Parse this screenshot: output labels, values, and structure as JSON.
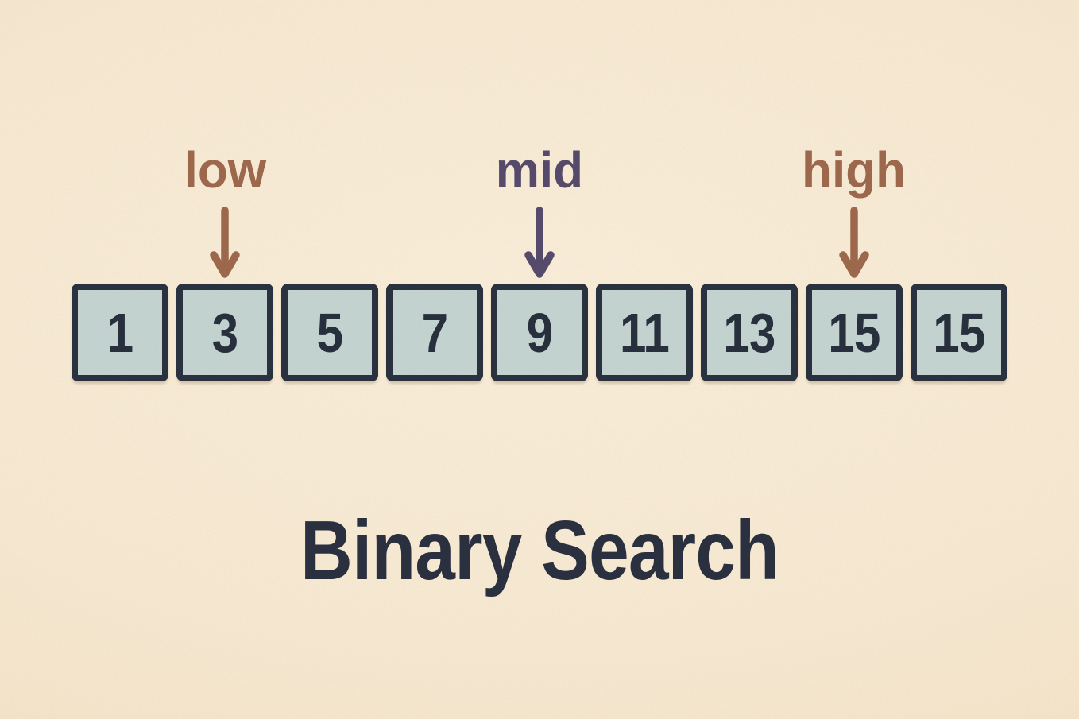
{
  "diagram": {
    "title": "Binary Search",
    "array": {
      "values": [
        "1",
        "3",
        "5",
        "7",
        "9",
        "11",
        "13",
        "15",
        "15"
      ]
    },
    "pointers": [
      {
        "label": "low",
        "index": 1,
        "color": "#a06a4e"
      },
      {
        "label": "mid",
        "index": 4,
        "color": "#584c6d"
      },
      {
        "label": "high",
        "index": 7,
        "color": "#a06a4e"
      }
    ],
    "colors": {
      "background": "#faecd4",
      "cell_fill": "#c7d7d3",
      "cell_border": "#2b3240",
      "number_text": "#28303e",
      "title_text": "#2b3140",
      "low_high_accent": "#a06a4e",
      "mid_accent": "#584c6d"
    }
  }
}
